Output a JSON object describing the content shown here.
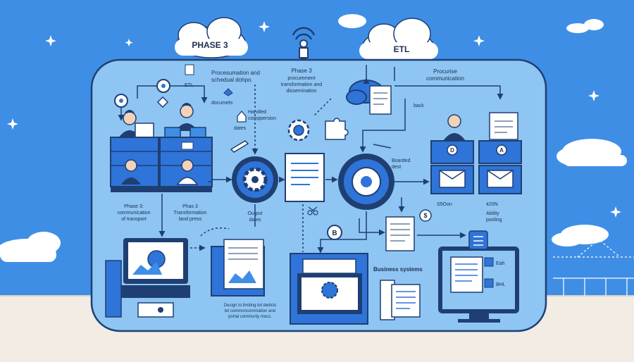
{
  "colors": {
    "sky": "#3f8ee6",
    "panel": "#8ec5f3",
    "panel_border": "#1f3f73",
    "ground": "#f2ece4",
    "navy": "#1f3f73",
    "accent": "#2f74d8",
    "paper": "#ffffff"
  },
  "clouds": {
    "left": "PHASE 3",
    "right": "ETL"
  },
  "labels": {
    "phase_header": "Phase 3",
    "phase_sub_1": "procurement",
    "phase_sub_2": "transformation and",
    "phase_sub_3": "dissemination",
    "top_left_a": "Procesumation and",
    "top_left_b": "schedual dohpo.",
    "etl_small": "ETL",
    "docs": "documets",
    "handled_1": "Handled",
    "handled_2": "comppersion",
    "dates": "dates",
    "procurise_1": "Procurise",
    "procurise_2": "communication",
    "ack": "back",
    "boarded_1": "Boarded",
    "boarded_2": "dest",
    "phase3_left_1": "Phase 3:",
    "phase3_left_2": "communication",
    "phase3_left_3": "of transport",
    "phase3_mid_1": "Phas 3",
    "phase3_mid_2": "Transformation",
    "phase3_mid_3": "land press",
    "output_1": "Output",
    "output_2": "dates",
    "son": "S5Oon",
    "json": "420N",
    "ability_1": "Ability",
    "ability_2": "pooling",
    "business": "Business systems",
    "design_1": "Design to limiting bd dedicls",
    "design_2": "let commoncommation and",
    "design_3": "portal communiy mocs.",
    "box_d": "D",
    "box_a": "A",
    "dollar": "$",
    "bitcoin": "B",
    "side_1": "Eah",
    "side_2": "BHL"
  }
}
